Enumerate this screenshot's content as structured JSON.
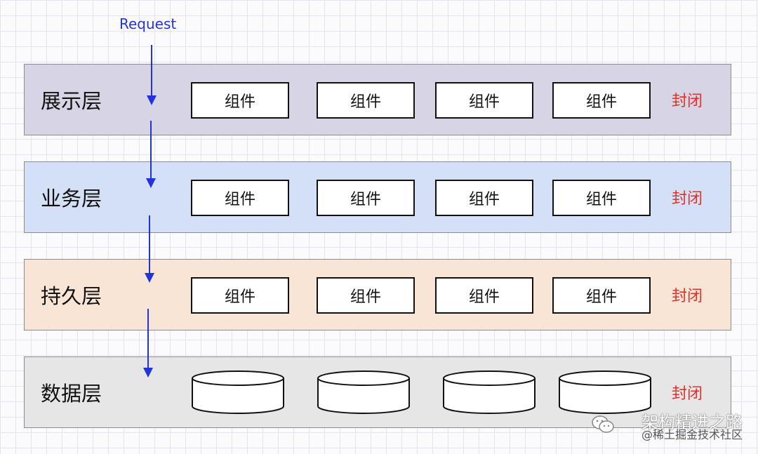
{
  "request_label": "Request",
  "colors": {
    "arrow": "#2233dd",
    "request_text": "#2233dd",
    "sealed_text": "#e0302a"
  },
  "layers": [
    {
      "label": "展示层",
      "bg": "#d6d4e5",
      "components": [
        "组件",
        "组件",
        "组件",
        "组件"
      ],
      "sealed": "封闭"
    },
    {
      "label": "业务层",
      "bg": "#d3e0f5",
      "components": [
        "组件",
        "组件",
        "组件",
        "组件"
      ],
      "sealed": "封闭"
    },
    {
      "label": "持久层",
      "bg": "#f9e5d5",
      "components": [
        "组件",
        "组件",
        "组件",
        "组件"
      ],
      "sealed": "封闭"
    },
    {
      "label": "数据层",
      "bg": "#e6e6e6",
      "databases": [
        "db-1",
        "db-2",
        "db-3",
        "db-4"
      ],
      "sealed": "封闭"
    }
  ],
  "watermark": {
    "icon": "wechat-icon",
    "title": "架构精进之路",
    "subtitle": "@稀土掘金技术社区"
  }
}
